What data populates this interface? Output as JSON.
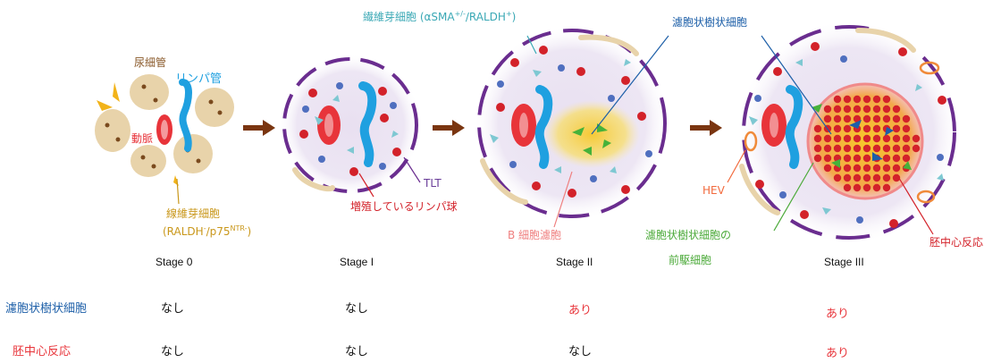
{
  "labels": {
    "tubule": "尿細管",
    "lymph_vessel": "リンパ管",
    "artery": "動脈",
    "fibroblast_s0_line1": "線維芽細胞",
    "fibroblast_s0_line2_a": "(RALDH",
    "fibroblast_s0_line2_b": "-",
    "fibroblast_s0_line2_c": "/p75",
    "fibroblast_s0_line2_d": "NTR-",
    "fibroblast_s0_line2_e": ")",
    "fibroblast_top_a": "繊維芽細胞 (αSMA",
    "fibroblast_top_b": "+/-",
    "fibroblast_top_c": "/RALDH",
    "fibroblast_top_d": "+",
    "fibroblast_top_e": ")",
    "fdc_top": "濾胞状樹状細胞",
    "tlt": "TLT",
    "proliferating": "増殖しているリンパ球",
    "b_follicle": "B 細胞濾胞",
    "fdc_precursor_line1": "濾胞状樹状細胞の",
    "fdc_precursor_line2": "前駆細胞",
    "hev": "HEV",
    "germinal_center": "胚中心反応"
  },
  "stages": [
    "Stage 0",
    "Stage I",
    "Stage II",
    "Stage III"
  ],
  "table": {
    "rows": [
      {
        "label": "濾胞状樹状細胞",
        "values": [
          "なし",
          "なし",
          "あり",
          "あり"
        ]
      },
      {
        "label": "胚中心反応",
        "values": [
          "なし",
          "なし",
          "なし",
          "あり"
        ]
      }
    ]
  },
  "colors": {
    "artery": "#e8343a",
    "lymph": "#1fa0e0",
    "purple_ring": "#6a2d8f",
    "arrow": "#7a3510",
    "tubule": "#e8d3aa",
    "fibroblast_gold": "#f2b31a",
    "stromal_teal": "#7ec8d2",
    "lymphocyte_red": "#d3222a",
    "b_cell_follicle": "#f7d64a",
    "fdc_green": "#46b23a",
    "fdc_blue": "#1d5fa8"
  }
}
